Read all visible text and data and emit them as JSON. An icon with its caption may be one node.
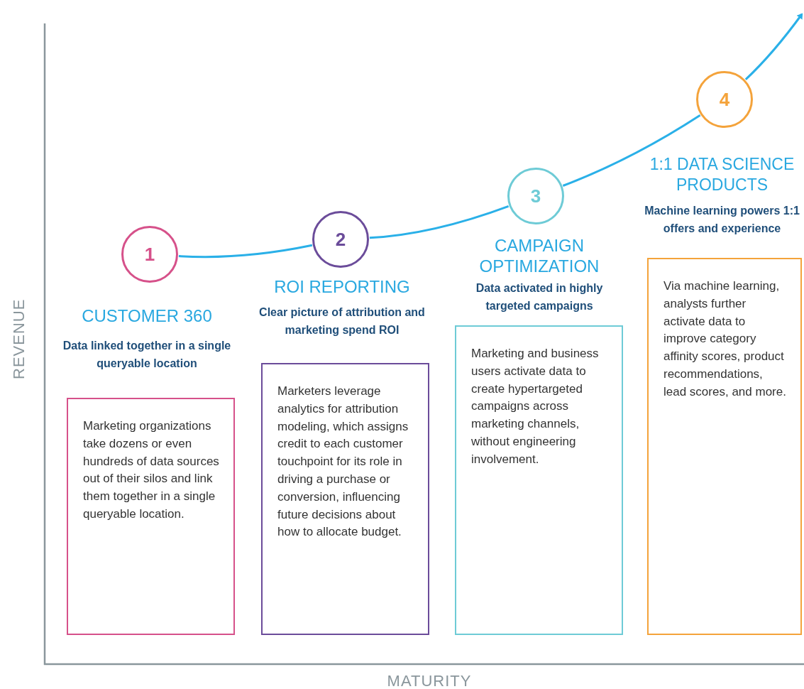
{
  "diagram": {
    "nodes": [
      {
        "text": [
          "1"
        ],
        "beside": [
          "CUSTOMER 360",
          "Data linked together in a single queryable location"
        ]
      },
      {
        "text": [
          "2"
        ],
        "beside": [
          "ROI REPORTING",
          "Clear picture of attribution and marketing spend ROI"
        ]
      },
      {
        "text": [
          "3"
        ],
        "beside": [
          "CAMPAIGN OPTIMIZATION",
          "Data activated in highly targeted campaigns"
        ]
      },
      {
        "text": [
          "4"
        ],
        "beside": [
          "1:1 DATA SCIENCE PRODUCTS",
          "Machine learning powers 1:1 offers and experience"
        ]
      },
      {
        "text": [
          "Marketing organizations take dozens or even hundreds of data sources out of their silos and link them together in a single queryable location."
        ]
      },
      {
        "text": [
          "Marketers leverage analytics for attribution modeling, which assigns credit to each customer touchpoint for its role in driving a purchase or conversion, influencing future decisions about how to allocate budget."
        ]
      },
      {
        "text": [
          "Marketing and business users activate data to create hypertargeted campaigns across marketing channels, without engineering involvement."
        ]
      },
      {
        "text": [
          "Via machine learning, analysts further activate data to improve category affinity scores, product recommendations, lead scores, and more."
        ]
      }
    ],
    "edges": [
      {
        "from": 0,
        "to": 1,
        "arrow": "none"
      },
      {
        "from": 1,
        "to": 2,
        "arrow": "none"
      },
      {
        "from": 2,
        "to": 3,
        "arrow": "none"
      },
      {
        "from": 3,
        "to": null,
        "arrow": "to"
      }
    ],
    "labels": [
      "REVENUE",
      "MATURITY"
    ]
  }
}
